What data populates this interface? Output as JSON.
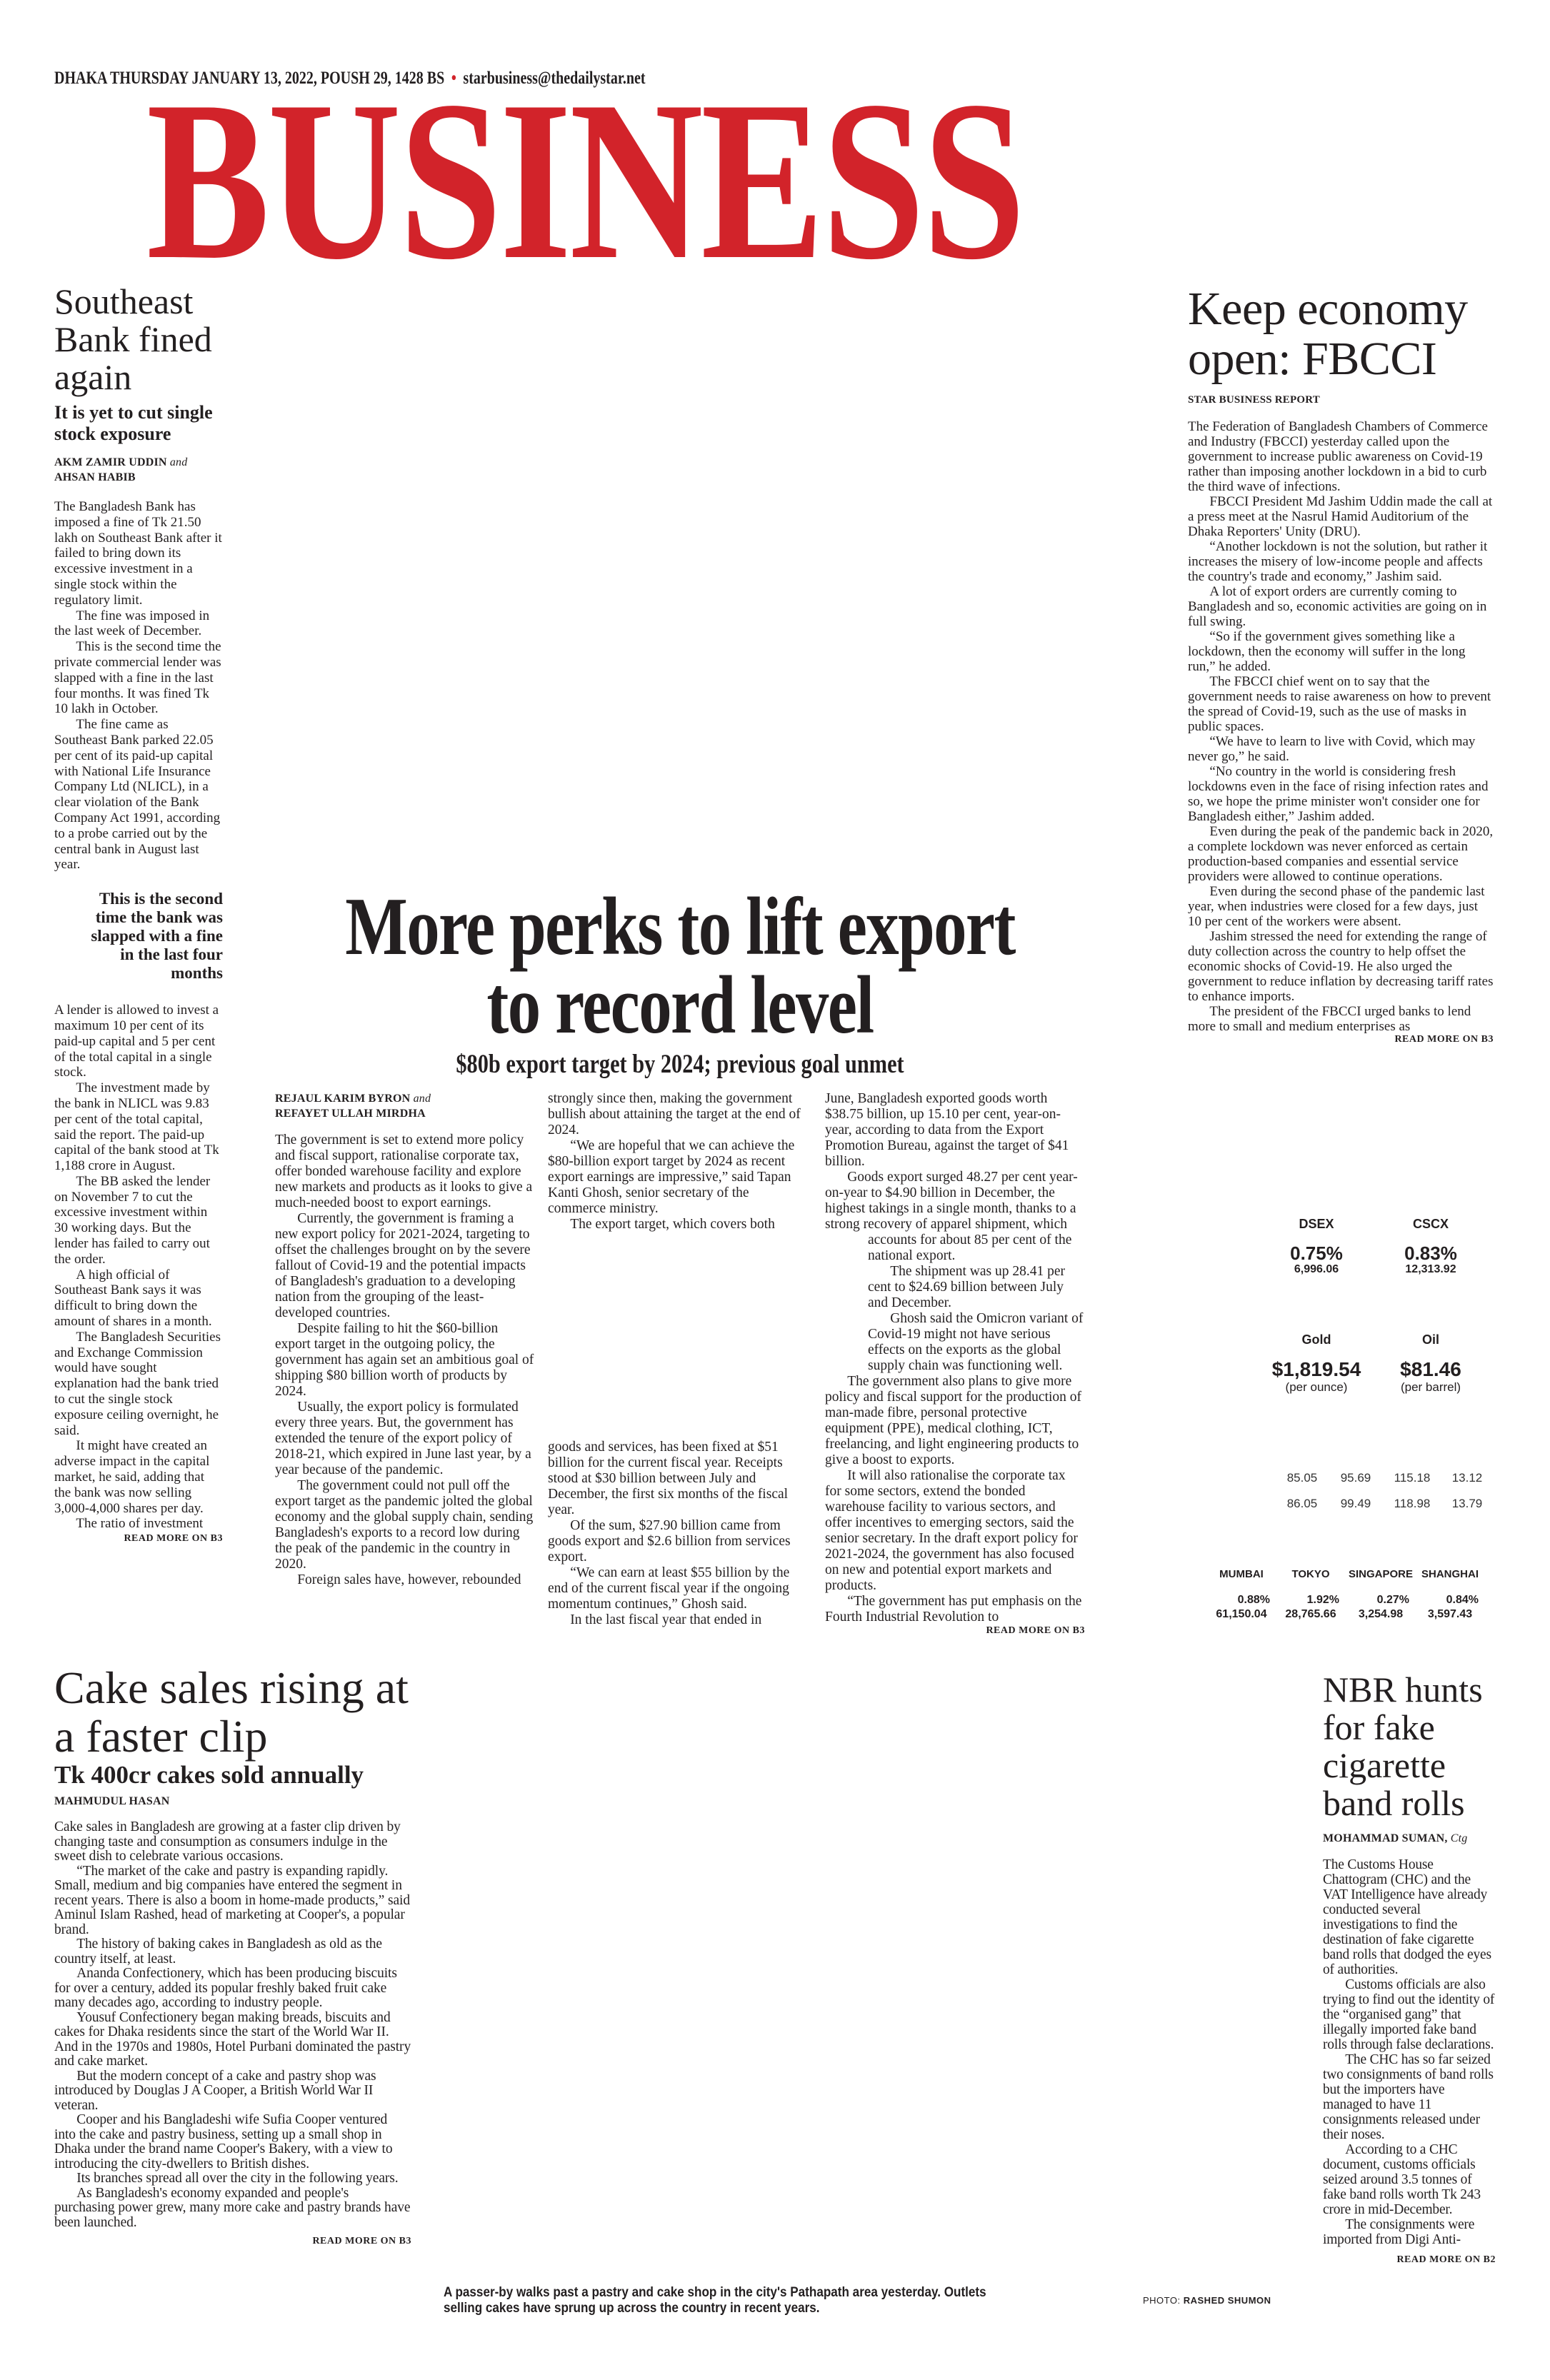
{
  "header": {
    "dateline": "DHAKA THURSDAY JANUARY 13, 2022, POUSH 29, 1428 BS",
    "bullet": "•",
    "email": "starbusiness@thedailystar.net",
    "section_title": "BUSINESS",
    "brand_color": "#d2232a"
  },
  "southeast": {
    "headline": "Southeast Bank fined again",
    "deck": "It is yet to cut single stock exposure",
    "byline_a": "AKM ZAMIR UDDIN",
    "byline_and": "and",
    "byline_b": "AHSAN HABIB",
    "paras_a": [
      "The Bangladesh Bank has imposed a fine of Tk 21.50 lakh on Southeast Bank after it failed to bring down its excessive investment in a single stock within the regulatory limit.",
      "The fine was imposed in the last week of December.",
      "This is the second time the private commercial lender was slapped with a fine in the last four months. It was fined Tk 10 lakh in October.",
      "The fine came as Southeast Bank parked 22.05 per cent of its paid-up capital with National Life Insurance Company Ltd (NLICL), in a clear violation of the Bank Company Act 1991, according to a probe carried out by the central bank in August last year."
    ],
    "pull_quote": "This is the second time the bank was slapped with a fine in the last four months",
    "paras_b": [
      "A lender is allowed to invest a maximum 10 per cent of its paid-up capital and 5 per cent of the total capital in a single stock.",
      "The investment made by the bank in NLICL was 9.83 per cent of the total capital, said the report. The paid-up capital of the bank stood at Tk 1,188 crore in August.",
      "The BB asked the lender on November 7 to cut the excessive investment within 30 working days. But the lender has failed to carry out the order.",
      "A high official of Southeast Bank says it was difficult to bring down the amount of shares in a month.",
      "The Bangladesh Securities and Exchange Commission would have sought explanation had the bank tried to cut the single stock exposure ceiling overnight, he said.",
      "It might have created an adverse impact in the capital market, he said, adding that the bank was now selling 3,000-4,000 shares per day.",
      "The ratio of investment"
    ],
    "read_more": "READ MORE ON B3"
  },
  "fbcci": {
    "headline": "Keep economy open: FBCCI",
    "byline": "STAR BUSINESS REPORT",
    "paras": [
      "The Federation of Bangladesh Chambers of Commerce and Industry (FBCCI) yesterday called upon the government to increase public awareness on Covid-19 rather than imposing another lockdown in a bid to curb the third wave of infections.",
      "FBCCI President Md Jashim Uddin made the call at a press meet at the Nasrul Hamid Auditorium of the Dhaka Reporters' Unity (DRU).",
      "“Another lockdown is not the solution, but rather it increases the misery of low-income people and affects the country's trade and economy,” Jashim said.",
      "A lot of export orders are currently coming to Bangladesh and so, economic activities are going on in full swing.",
      "“So if the government gives something like a lockdown, then the economy will suffer in the long run,” he added.",
      "The FBCCI chief went on to say that the government needs to raise awareness on how to prevent the spread of Covid-19, such as the use of masks in public spaces.",
      "“We have to learn to live with Covid, which may never go,” he said.",
      "“No country in the world is considering fresh lockdowns even in the face of rising infection rates and so, we hope the prime minister won't consider one for Bangladesh either,” Jashim added.",
      "Even during the peak of the pandemic back in 2020, a complete lockdown was never enforced as certain production-based companies and essential service providers were allowed to continue operations.",
      "Even during the second phase of the pandemic last year, when industries were closed for a few days, just 10 per cent of the workers were absent.",
      "Jashim stressed the need for extending the range of duty collection across the country to help offset the economic shocks of Covid-19. He also urged the government to reduce inflation by decreasing tariff rates to enhance imports.",
      "The president of the FBCCI urged banks to lend more to small and medium enterprises as"
    ],
    "read_more": "READ MORE ON B3"
  },
  "markets": {
    "indices": [
      {
        "label": "DSEX",
        "change": "0.75%",
        "value": "6,996.06"
      },
      {
        "label": "CSCX",
        "change": "0.83%",
        "value": "12,313.92"
      }
    ],
    "commodities": [
      {
        "label": "Gold",
        "price": "$1,819.54",
        "unit": "(per ounce)"
      },
      {
        "label": "Oil",
        "price": "$81.46",
        "unit": "(per barrel)"
      }
    ],
    "currency_rows": [
      [
        "85.05",
        "95.69",
        "115.18",
        "13.12"
      ],
      [
        "86.05",
        "99.49",
        "118.98",
        "13.79"
      ]
    ],
    "asian_markets": [
      {
        "label": "MUMBAI",
        "change": "0.88%",
        "value": "61,150.04"
      },
      {
        "label": "TOKYO",
        "change": "1.92%",
        "value": "28,765.66"
      },
      {
        "label": "SINGAPORE",
        "change": "0.27%",
        "value": "3,254.98"
      },
      {
        "label": "SHANGHAI",
        "change": "0.84%",
        "value": "3,597.43"
      }
    ]
  },
  "lead": {
    "headline_1": "More perks to lift export",
    "headline_2": "to record level",
    "subhead": "$80b export target by 2024; previous goal unmet",
    "byline_a": "REJAUL KARIM BYRON",
    "byline_and": "and",
    "byline_b": "REFAYET ULLAH MIRDHA",
    "col1": [
      "The government is set to extend more policy and fiscal support, rationalise corporate tax, offer bonded warehouse facility and explore new markets and products as it looks to give a much-needed boost to export earnings.",
      "Currently, the government is framing a new export policy for 2021-2024, targeting to offset the challenges brought on by the severe fallout of Covid-19 and the potential impacts of Bangladesh's graduation to a developing nation from the grouping of the least-developed countries.",
      "Despite failing to hit the $60-billion export target in the outgoing policy, the government has again set an ambitious goal of shipping $80 billion worth of products by 2024.",
      "Usually, the export policy is formulated every three years. But, the government has extended the tenure of the export policy of 2018-21, which expired in June last year, by a year because of the pandemic.",
      "The government could not pull off the export target as the pandemic jolted the global economy and the global supply chain, sending Bangladesh's exports to a record low during the peak of the pandemic in the country in 2020.",
      "Foreign sales have, however, rebounded"
    ],
    "col2a": [
      "strongly since then, making the government bullish about attaining the target at the end of 2024.",
      "“We are hopeful that we can achieve the $80-billion export target by 2024 as recent export earnings are impressive,” said Tapan Kanti Ghosh, senior secretary of the commerce ministry.",
      "The export target, which covers both"
    ],
    "col2b": [
      "goods and services, has been fixed at $51 billion for the current fiscal year. Receipts stood at $30 billion between July and December, the first six months of the fiscal year.",
      "Of the sum, $27.90 billion came from goods export and $2.6 billion from services export.",
      "“We can earn at least $55 billion by the end of the current fiscal year if the ongoing momentum continues,” Ghosh said.",
      "In the last fiscal year that ended in"
    ],
    "col3": [
      "June, Bangladesh exported goods worth $38.75 billion, up 15.10 per cent, year-on-year, according to data from the Export Promotion Bureau, against the target of $41 billion.",
      "Goods export surged 48.27 per cent year-on-year to $4.90 billion in December, the highest takings in a single month, thanks to a strong recovery of apparel shipment, which accounts for about 85 per cent of the national export.",
      "The shipment was up 28.41 per cent to $24.69 billion between July and December.",
      "Ghosh said the Omicron variant of Covid-19 might not have serious effects on the exports as the global supply chain was functioning well.",
      "The government also plans to give more policy and fiscal support for the production of man-made fibre, personal protective equipment (PPE), medical clothing, ICT, freelancing, and light engineering products to give a boost to exports.",
      "It will also rationalise the corporate tax for some sectors, extend the bonded warehouse facility to various sectors, and offer incentives to emerging sectors, said the senior secretary. In the draft export policy for 2021-2024, the government has also focused on new and potential export markets and products.",
      "“The government has put emphasis on the Fourth Industrial Revolution to"
    ],
    "read_more": "READ MORE ON B3"
  },
  "cake": {
    "headline": "Cake sales rising at a faster clip",
    "deck": "Tk 400cr cakes sold annually",
    "byline": "MAHMUDUL HASAN",
    "paras": [
      "Cake sales in Bangladesh are growing at a faster clip driven by changing taste and consumption as consumers indulge in the sweet dish to celebrate various occasions.",
      "“The market of the cake and pastry is expanding rapidly. Small, medium and big companies have entered the segment in recent years. There is also a boom in home-made products,” said Aminul Islam Rashed, head of marketing at Cooper's, a popular brand.",
      "The history of baking cakes in Bangladesh as old as the country itself, at least.",
      "Ananda Confectionery, which has been producing biscuits for over a century, added its popular freshly baked fruit cake many decades ago, according to industry people.",
      "Yousuf Confectionery began making breads, biscuits and cakes for Dhaka residents since the start of the World War II. And in the 1970s and 1980s, Hotel Purbani dominated the pastry and cake market.",
      "But the modern concept of a cake and pastry shop was introduced by Douglas J A Cooper, a British World War II veteran.",
      "Cooper and his Bangladeshi wife Sufia Cooper ventured into the cake and pastry business, setting up a small shop in Dhaka under the brand name Cooper's Bakery, with a view to introducing the city-dwellers to British dishes.",
      "Its branches spread all over the city in the following years.",
      "As Bangladesh's economy expanded and people's purchasing power grew, many more cake and pastry brands have been launched."
    ],
    "read_more": "READ MORE ON B3",
    "caption": "A passer-by walks past a pastry and cake shop in the city's Pathapath area yesterday. Outlets selling cakes have sprung up across the country in recent years.",
    "photo_label": "PHOTO:",
    "photographer": "RASHED SHUMON"
  },
  "nbr": {
    "headline": "NBR hunts for fake cigarette band rolls",
    "byline": "MOHAMMAD SUMAN,",
    "byline_place": "Ctg",
    "paras": [
      "The Customs House Chattogram (CHC) and the VAT Intelligence have already conducted several investigations to find the destination of fake cigarette band rolls that dodged the eyes of authorities.",
      "Customs officials are also trying to find out the identity of the “organised gang” that illegally imported fake band rolls through false declarations.",
      "The CHC has so far seized two consignments of band rolls but the importers have managed to have 11 consignments released under their noses.",
      "According to a CHC document, customs officials seized around 3.5 tonnes of fake band rolls worth Tk 243 crore in mid-December.",
      "The consignments were imported from Digi Anti-"
    ],
    "read_more": "READ MORE ON B2"
  }
}
